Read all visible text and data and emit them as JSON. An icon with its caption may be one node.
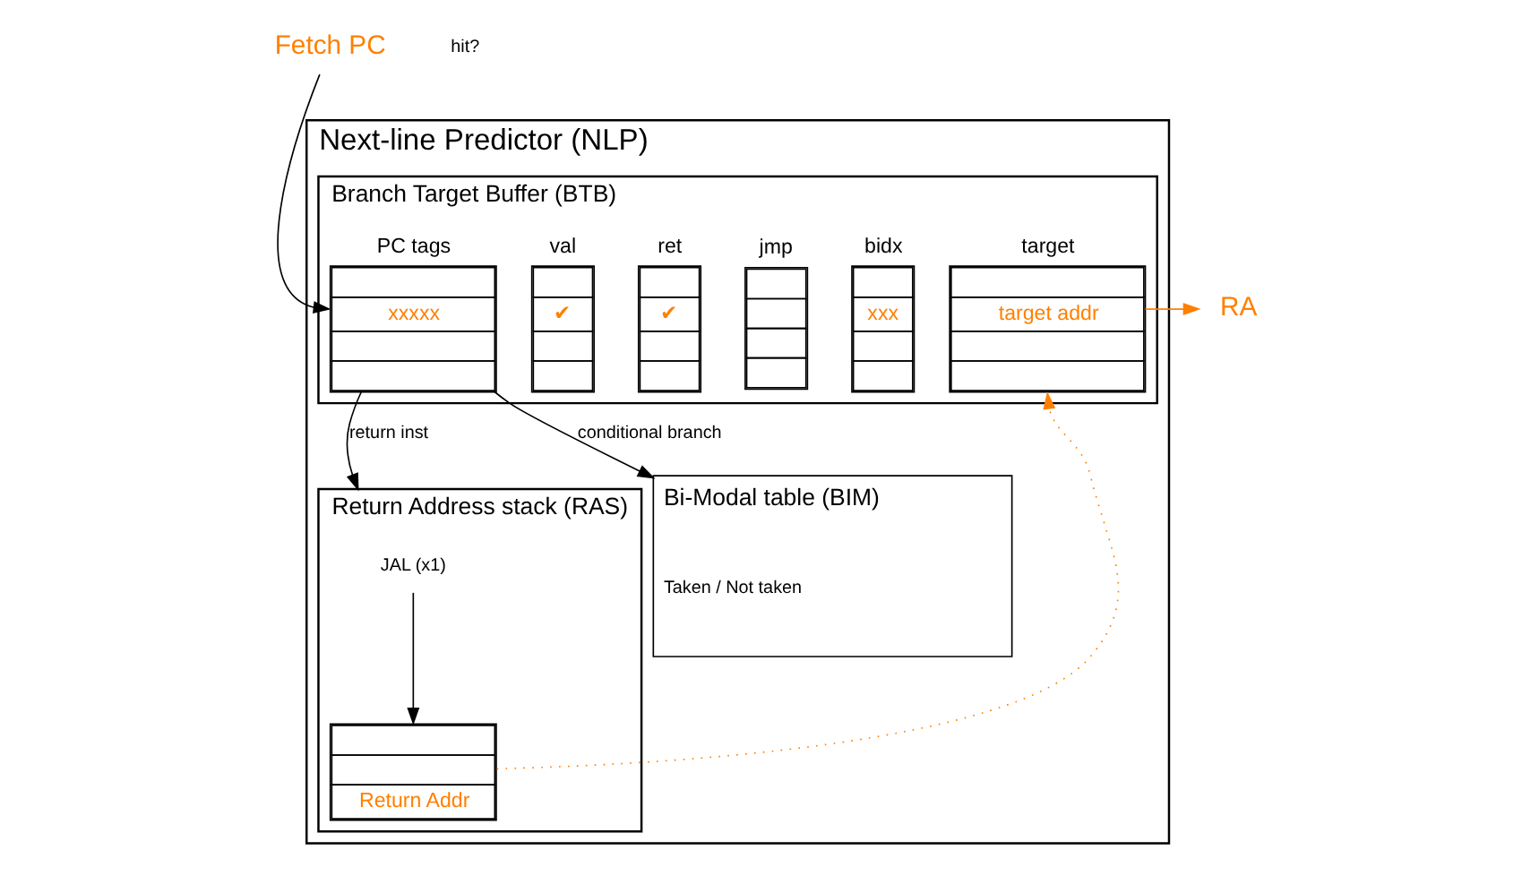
{
  "diagram": {
    "nodes": [
      {
        "text": [
          "Next-line Predictor (NLP)"
        ]
      },
      {
        "text": [
          "Branch Target Buffer (BTB)"
        ],
        "in": 0
      },
      {
        "text": [
          "PC tags",
          "xxxxx"
        ],
        "in": 1
      },
      {
        "text": [
          "val",
          "✔"
        ],
        "in": 1
      },
      {
        "text": [
          "ret",
          "✔"
        ],
        "in": 1
      },
      {
        "text": [
          "jmp"
        ],
        "in": 1
      },
      {
        "text": [
          "bidx",
          "xxx"
        ],
        "in": 1
      },
      {
        "text": [
          "target",
          "target addr"
        ],
        "in": 1
      },
      {
        "text": [
          "Return Address stack (RAS)"
        ],
        "in": 0
      },
      {
        "text": [
          "JAL (x1)"
        ],
        "in": 8
      },
      {
        "text": [
          "Return Addr"
        ],
        "in": 8
      },
      {
        "text": [
          "Bi-Modal table (BIM)",
          "Taken / Not taken"
        ],
        "in": 0
      },
      {
        "text": [
          "Fetch PC"
        ]
      },
      {
        "text": [
          "RA"
        ]
      }
    ],
    "edges": [
      {
        "from": 12,
        "to": 2,
        "arrow": "to"
      },
      {
        "from": 7,
        "to": 13,
        "arrow": "to",
        "color": "#ff8000"
      },
      {
        "from": 2,
        "to": 8,
        "arrow": "to",
        "label": "return inst"
      },
      {
        "from": 2,
        "to": 11,
        "arrow": "to",
        "label": "conditional branch"
      },
      {
        "from": 9,
        "to": 10,
        "arrow": "to"
      },
      {
        "from": 10,
        "to": 7,
        "arrow": "to",
        "style": "dashed",
        "color": "#ff8000"
      }
    ],
    "labels": [
      "hit?"
    ]
  }
}
